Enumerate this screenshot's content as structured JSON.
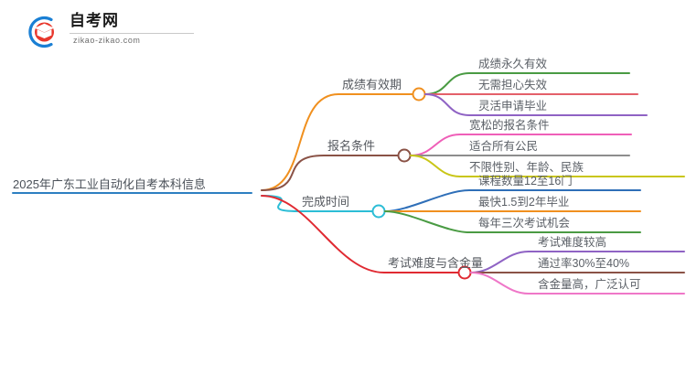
{
  "brand": {
    "logo_icon": "graduation-cap-circle-logo",
    "title": "自考网",
    "domain": "zikao-zikao.com"
  },
  "mindmap": {
    "root": {
      "label": "2025年广东工业自动化自考本科信息",
      "color": "#2d7fc1",
      "node_color": "#2d7fc1"
    },
    "branches": [
      {
        "label": "成绩有效期",
        "color": "#f0901f",
        "children": [
          {
            "label": "成绩永久有效",
            "color": "#4a9b43"
          },
          {
            "label": "无需担心失效",
            "color": "#e4606a"
          },
          {
            "label": "灵活申请毕业",
            "color": "#8f63c4"
          }
        ]
      },
      {
        "label": "报名条件",
        "color": "#8a5246",
        "children": [
          {
            "label": "宽松的报名条件",
            "color": "#ef5fb8"
          },
          {
            "label": "适合所有公民",
            "color": "#8d8d8d"
          },
          {
            "label": "不限性别、年龄、民族",
            "color": "#c9c617"
          }
        ]
      },
      {
        "label": "完成时间",
        "color": "#2cbdd6",
        "children": [
          {
            "label": "课程数量12至16门",
            "color": "#2f6fb8"
          },
          {
            "label": "最快1.5到2年毕业",
            "color": "#f0901f"
          },
          {
            "label": "每年三次考试机会",
            "color": "#4a9b43"
          }
        ]
      },
      {
        "label": "考试难度与含金量",
        "color": "#e02a32",
        "children": [
          {
            "label": "考试难度较高",
            "color": "#8f63c4"
          },
          {
            "label": "通过率30%至40%",
            "color": "#8a5246"
          },
          {
            "label": "含金量高，广泛认可",
            "color": "#ef77c8"
          }
        ]
      }
    ]
  }
}
